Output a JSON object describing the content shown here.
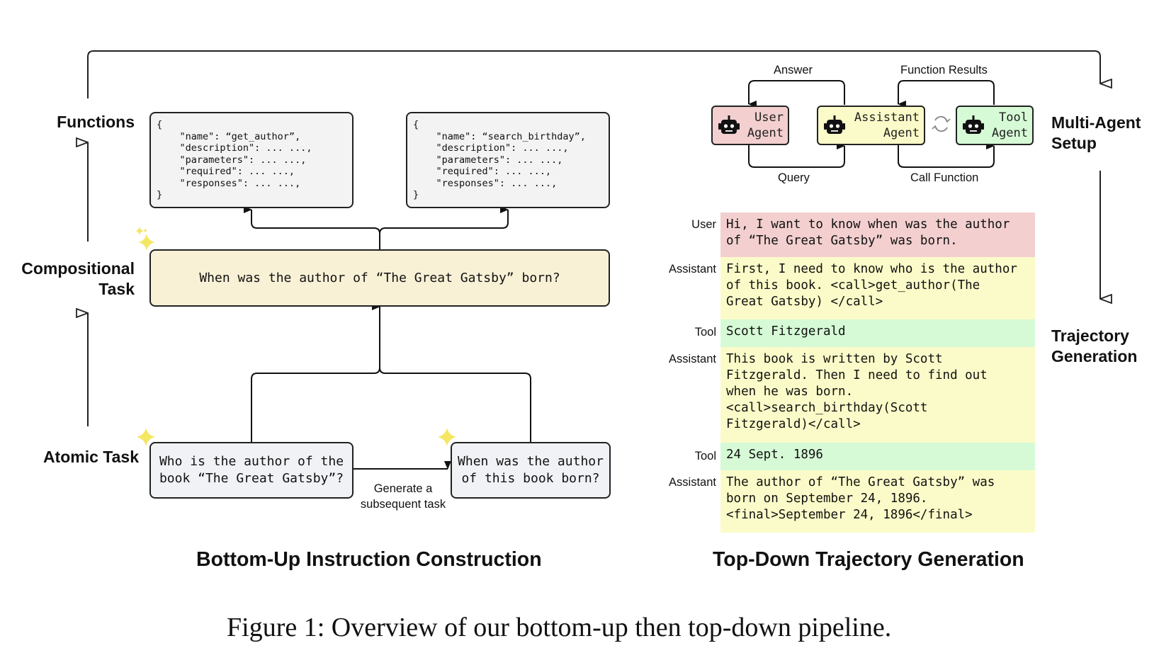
{
  "left_labels": {
    "functions": "Functions",
    "compositional_task": "Compositional\nTask",
    "atomic_task": "Atomic Task"
  },
  "function_boxes": [
    {
      "text": "{\n    \"name\": “get_author”,\n    \"description\": ... ...,\n    \"parameters\": ... ...,\n    \"required\": ... ...,\n    \"responses\": ... ...,\n}"
    },
    {
      "text": "{\n    \"name\": “search_birthday”,\n    \"description\": ... ...,\n    \"parameters\": ... ...,\n    \"required\": ... ...,\n    \"responses\": ... ...,\n}"
    }
  ],
  "compositional_task": "When was the author of “The Great Gatsby” born?",
  "atomic_tasks": [
    "Who is the author of the\nbook “The Great Gatsby”?",
    "When was the author\nof this book born?"
  ],
  "generate_label": "Generate a\nsubsequent task",
  "agents": {
    "user": "User\nAgent",
    "assistant": "Assistant\nAgent",
    "tool": "Tool\nAgent"
  },
  "flow_labels": {
    "answer": "Answer",
    "function_results": "Function Results",
    "query": "Query",
    "call_function": "Call Function"
  },
  "right_labels": {
    "multi_agent": "Multi-Agent\nSetup",
    "trajectory": "Trajectory\nGeneration"
  },
  "conversation": [
    {
      "role": "User",
      "type": "user",
      "text": "Hi, I want to know when was the author\nof “The Great Gatsby” was born."
    },
    {
      "role": "Assistant",
      "type": "assistant",
      "text": "First, I need to know who is the author\nof this book. <call>get_author(The\nGreat Gatsby) </call>"
    },
    {
      "role": "Tool",
      "type": "tool",
      "text": "Scott Fitzgerald"
    },
    {
      "role": "Assistant",
      "type": "assistant",
      "text": "This book is written by Scott\nFitzgerald. Then I need to find out\nwhen he was born.\n<call>search_birthday(Scott\nFitzgerald)</call>"
    },
    {
      "role": "Tool",
      "type": "tool",
      "text": "24 Sept. 1896"
    },
    {
      "role": "Assistant",
      "type": "assistant",
      "text": "The author of “The Great Gatsby” was\nborn on September 24, 1896.\n<final>September 24, 1896</final>"
    }
  ],
  "section_titles": {
    "left": "Bottom-Up Instruction Construction",
    "right": "Top-Down Trajectory Generation"
  },
  "caption": "Figure 1: Overview of our bottom-up then top-down pipeline.",
  "colors": {
    "user": "#f3cfcf",
    "assistant": "#fbfbc9",
    "tool": "#d6fad6",
    "compositional": "#f8f1d6",
    "atomic": "#f1f2f6",
    "function": "#f3f3f3",
    "sparkle": "#f5e663"
  }
}
